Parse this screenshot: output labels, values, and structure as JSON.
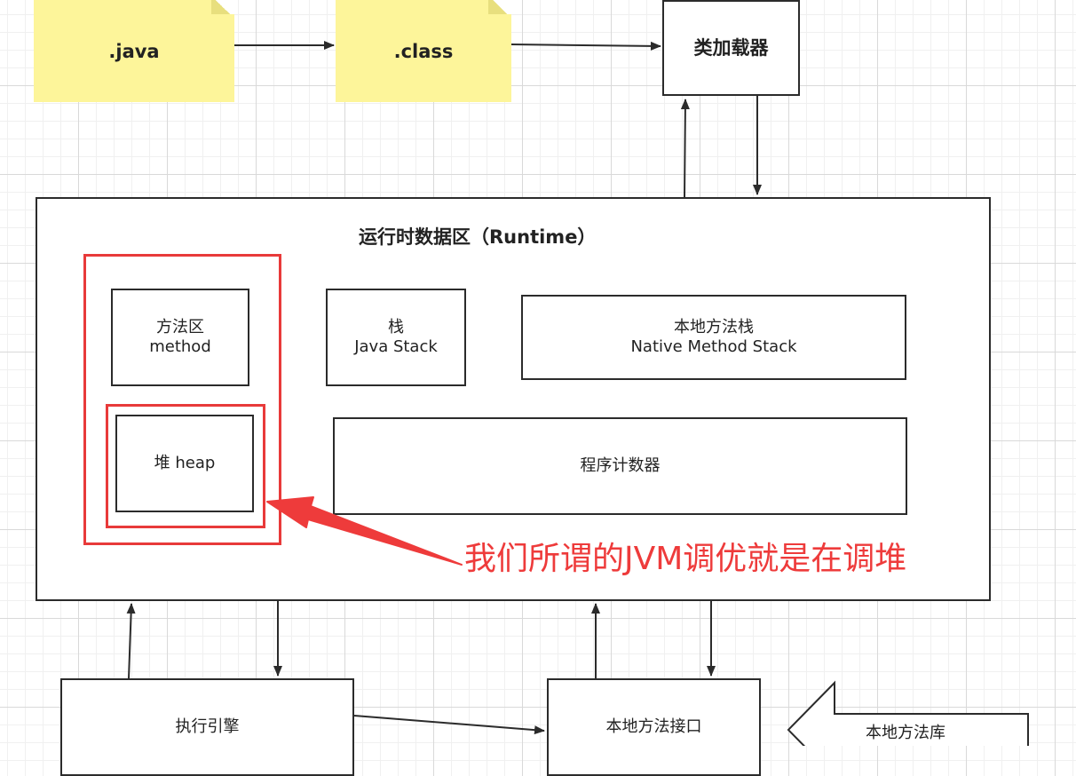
{
  "nodes": {
    "java": ".java",
    "class": ".class",
    "classloader": "类加载器",
    "runtime_title": "运行时数据区（Runtime）",
    "method_area": {
      "line1": "方法区",
      "line2": "method"
    },
    "java_stack": {
      "line1": "栈",
      "line2": "Java Stack"
    },
    "native_method_stack": {
      "line1": "本地方法栈",
      "line2": "Native Method Stack"
    },
    "heap": "堆 heap",
    "program_counter": "程序计数器",
    "execution_engine": "执行引擎",
    "native_interface": "本地方法接口",
    "native_library": "本地方法库"
  },
  "annotation": "我们所谓的JVM调优就是在调堆",
  "colors": {
    "note": "#fdf59a",
    "highlight": "#e83a3a",
    "stroke": "#2b2b2b"
  }
}
